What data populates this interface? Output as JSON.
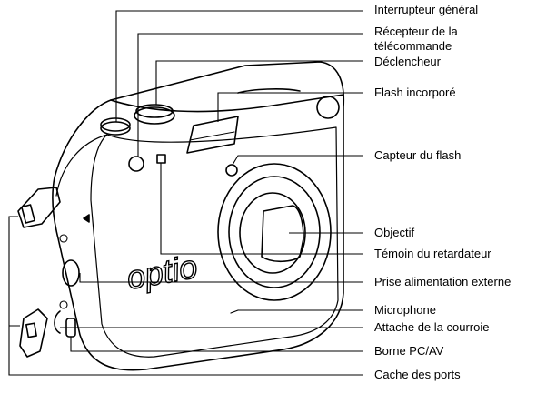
{
  "brand": "optio",
  "labels": {
    "power_switch": "Interrupteur général",
    "remote_receiver_line1": "Récepteur de la",
    "remote_receiver_line2": "télécommande",
    "shutter": "Déclencheur",
    "flash": "Flash incorporé",
    "flash_sensor": "Capteur du flash",
    "lens": "Objectif",
    "self_timer_lamp": "Témoin du retardateur",
    "dc_input": "Prise alimentation externe",
    "microphone": "Microphone",
    "strap_lug": "Attache de la courroie",
    "pc_av_terminal": "Borne PC/AV",
    "port_cover": "Cache des ports"
  }
}
